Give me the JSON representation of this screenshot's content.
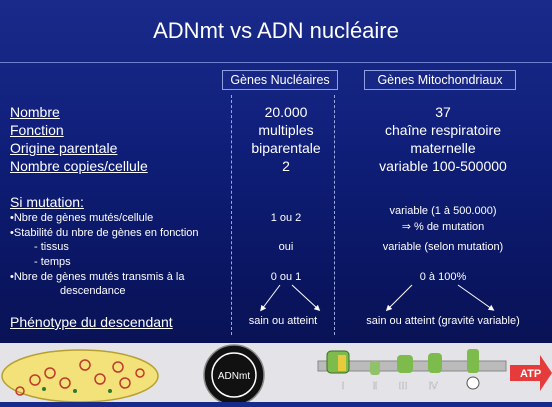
{
  "title": "ADNmt vs ADN nucléaire",
  "col_nuclear": "Gènes Nucléaires",
  "col_mito": "Gènes Mitochondriaux",
  "rows": [
    {
      "label": "Nombre",
      "nuc": "20.000",
      "mito": "37"
    },
    {
      "label": "Fonction",
      "nuc": "multiples",
      "mito": "chaîne respiratoire"
    },
    {
      "label": "Origine parentale",
      "nuc": "biparentale",
      "mito": "maternelle"
    },
    {
      "label": "Nombre copies/cellule",
      "nuc": "2",
      "mito": "variable 100-500000"
    }
  ],
  "mutation": {
    "heading": "Si mutation:",
    "mutated_label": "•Nbre de gènes mutés/cellule",
    "mutated_nuc": "1 ou 2",
    "mutated_mito_1": "variable (1 à 500.000)",
    "mutated_mito_2": "⇒ % de mutation",
    "stability_label": "•Stabilité du nbre de gènes en fonction",
    "tissus_label": "- tissus",
    "tissus_nuc": "oui",
    "tissus_mito": "variable (selon mutation)",
    "temps_label": "- temps",
    "transmitted_label_1": "•Nbre de gènes mutés transmis à la",
    "transmitted_label_2": "descendance",
    "transmitted_nuc": "0 ou 1",
    "transmitted_mito": "0 à 100%"
  },
  "phenotype": {
    "label": "Phénotype du descendant",
    "nuc": "sain ou atteint",
    "mito": "sain ou atteint (gravité variable)"
  },
  "diagram": {
    "circle_label": "ADNmt",
    "complexes": [
      "I",
      "II",
      "III",
      "IV"
    ],
    "atp": "ATP"
  }
}
